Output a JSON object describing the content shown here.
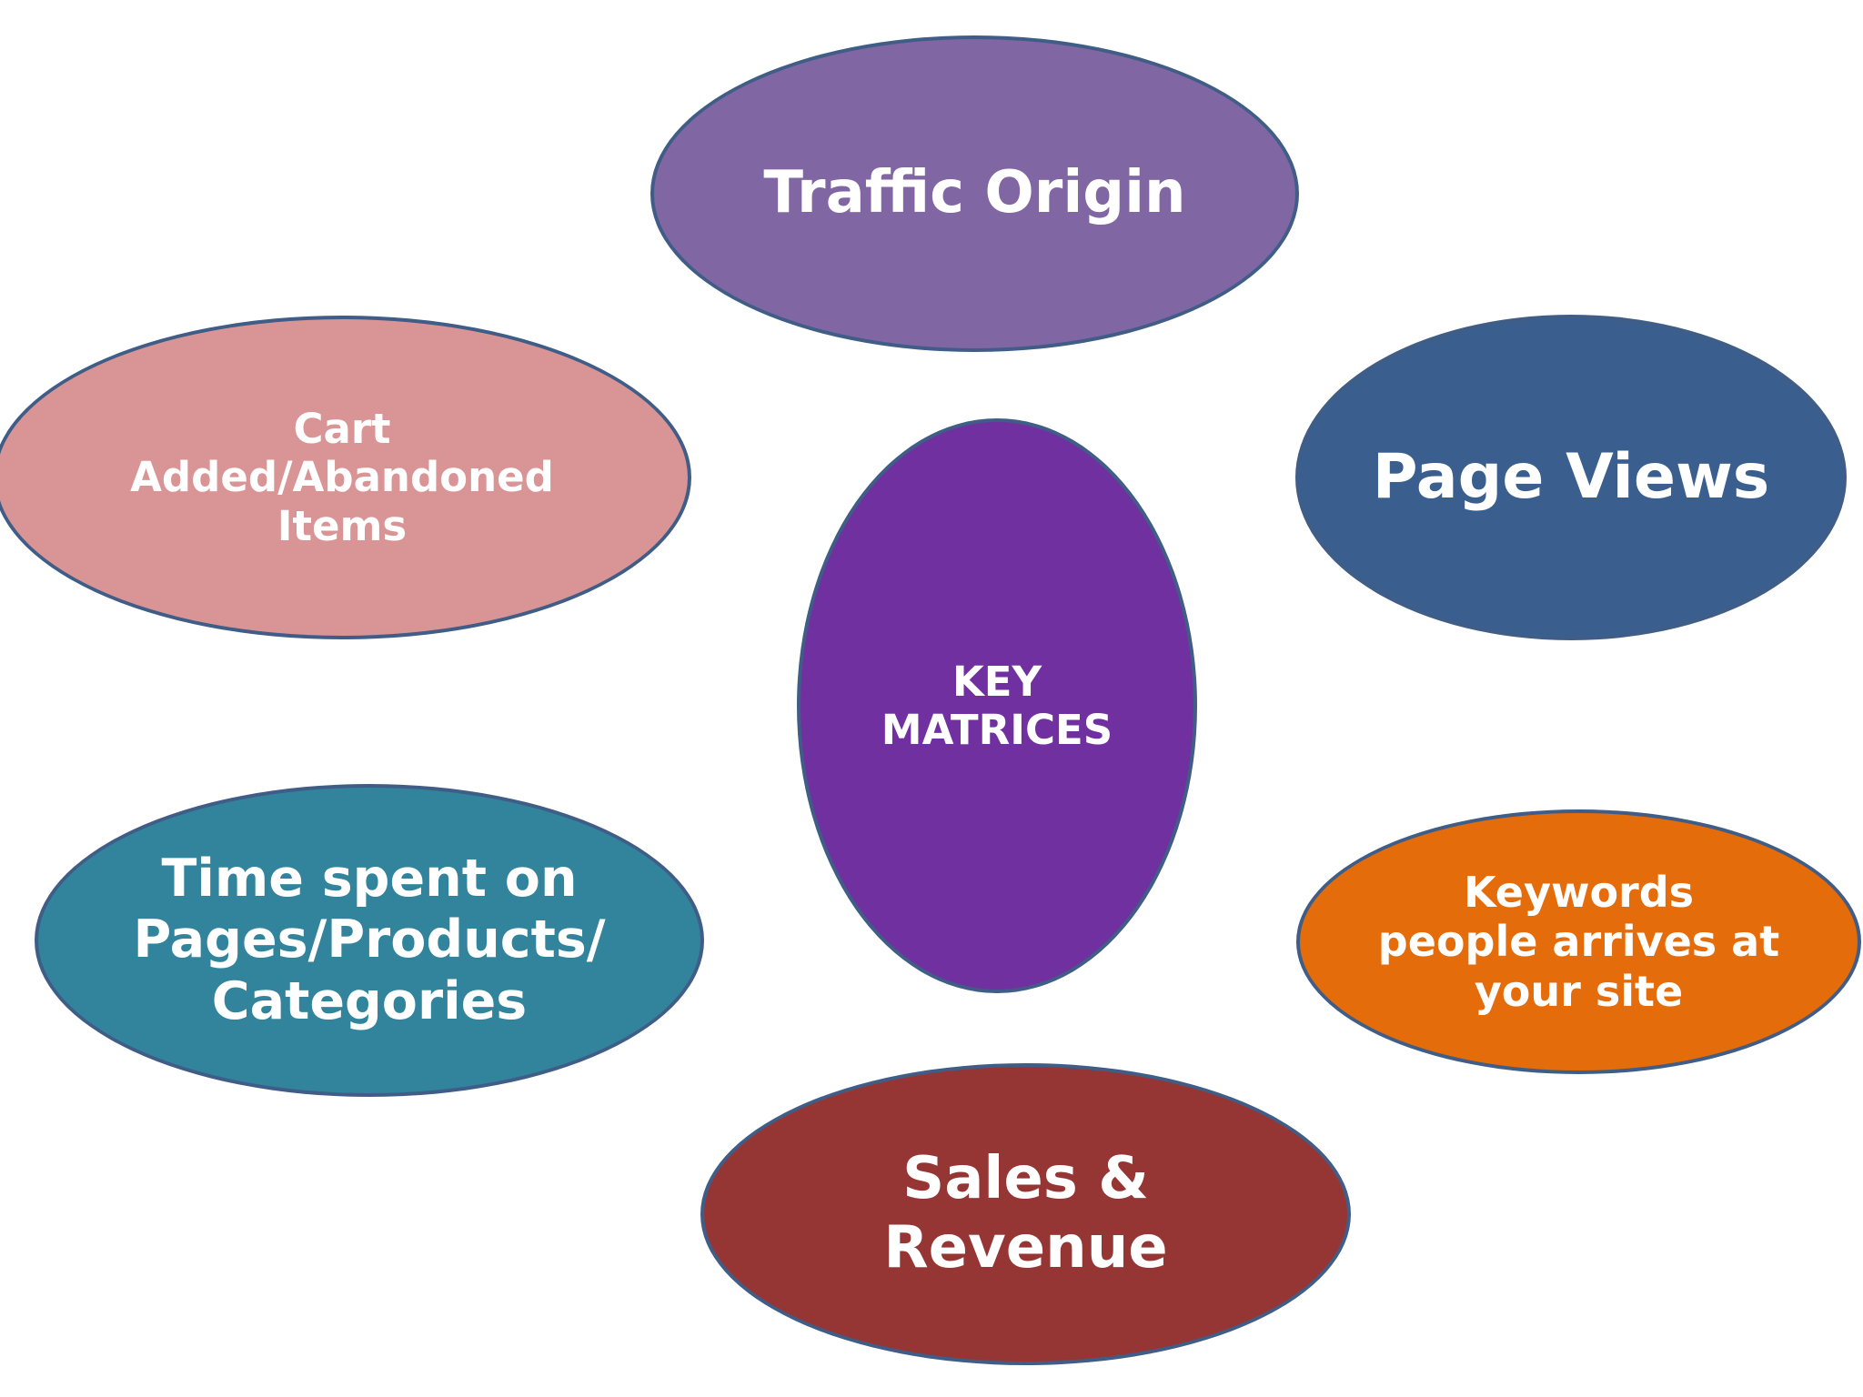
{
  "nodes": {
    "traffic_origin": {
      "lines": [
        "Traffic Origin"
      ],
      "color": "#8066a3"
    },
    "cart": {
      "lines": [
        "Cart",
        "Added/Abandoned",
        "Items"
      ],
      "color": "#d99595"
    },
    "page_views": {
      "lines": [
        "Page Views"
      ],
      "color": "#3a5f8f"
    },
    "center": {
      "lines": [
        "KEY",
        "MATRICES"
      ],
      "color": "#7030a0"
    },
    "time_spent": {
      "lines": [
        "Time spent on",
        "Pages/Products/",
        "Categories"
      ],
      "color": "#31849b"
    },
    "keywords": {
      "lines": [
        "Keywords",
        "people arrives at",
        "your site"
      ],
      "color": "#e46c0a"
    },
    "sales": {
      "lines": [
        "Sales &",
        "Revenue"
      ],
      "color": "#963634"
    }
  },
  "colors": {
    "outline": "#3f5d86",
    "text": "#ffffff"
  }
}
